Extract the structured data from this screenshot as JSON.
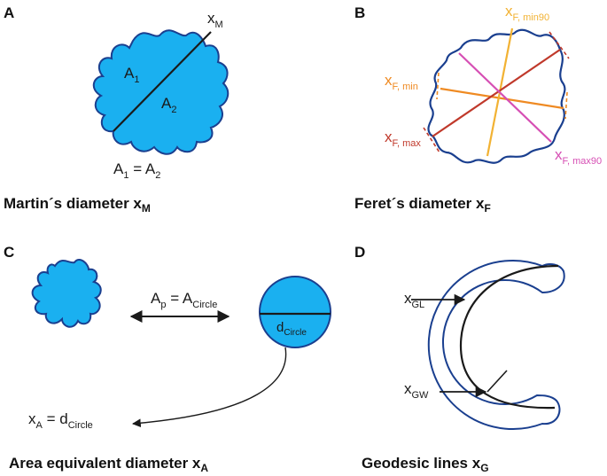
{
  "panels": {
    "a": {
      "letter": "A",
      "x_symbol": "x",
      "x_sub": "M",
      "a1_symbol": "A",
      "a1_sub": "1",
      "a2_symbol": "A",
      "a2_sub": "2",
      "eq_left": "A",
      "eq_left_sub": "1",
      "eq_mid": " = A",
      "eq_right_sub": "2",
      "caption_text": "Martin´s diameter x",
      "caption_sub": "M"
    },
    "b": {
      "letter": "B",
      "label_min90": "x",
      "label_min90_sub": "F, min90",
      "label_min": "x",
      "label_min_sub": "F, min",
      "label_max": "x",
      "label_max_sub": "F, max",
      "label_max90": "x",
      "label_max90_sub": "F, max90",
      "caption_text": "Feret´s diameter x",
      "caption_sub": "F"
    },
    "c": {
      "letter": "C",
      "ap_symbol": "A",
      "ap_sub": "p",
      "eq": " = A",
      "acircle_sub": "Circle",
      "d_symbol": "d",
      "d_sub": "Circle",
      "xa_symbol": "x",
      "xa_sub": "A",
      "xa_eq": " = d",
      "xa_d_sub": "Circle",
      "caption_text": "Area equivalent diameter x",
      "caption_sub": "A"
    },
    "d": {
      "letter": "D",
      "xgl_symbol": "x",
      "xgl_sub": "GL",
      "xgw_symbol": "x",
      "xgw_sub": "GW",
      "caption_text": "Geodesic lines x",
      "caption_sub": "G"
    }
  },
  "colors": {
    "particle_fill": "#1ab0f0",
    "outline": "#1a3f8f",
    "feret_min90": "#f2b233",
    "feret_min": "#ef8a22",
    "feret_max": "#c0392b",
    "feret_max90": "#d64fb4",
    "line_dark": "#1a1a1a"
  }
}
